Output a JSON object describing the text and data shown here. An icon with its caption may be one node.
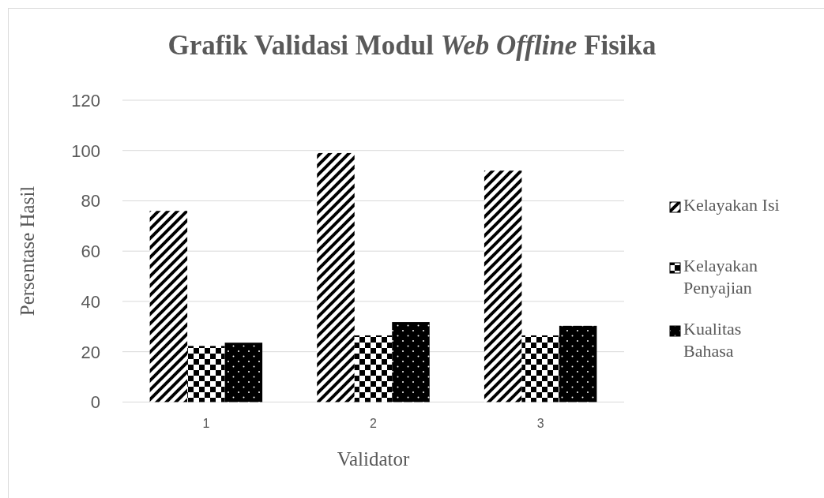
{
  "diagram": {
    "chart_data": {
      "type": "bar",
      "title": "Grafik Validasi Modul *Web Offline* Fisika",
      "xlabel": "Validator",
      "ylabel": "Persentase Hasil",
      "categories": [
        "1",
        "2",
        "3"
      ],
      "series": [
        {
          "name": "Kelayakan Isi",
          "color": "#000000",
          "values": [
            76,
            99,
            92
          ]
        },
        {
          "name": "Kelayakan Penyajian",
          "color": "#000000",
          "values": [
            22.3,
            26.5,
            26.5
          ]
        },
        {
          "name": "Kualitas Bahasa",
          "color": "#000000",
          "values": [
            23.6,
            31.8,
            30.3
          ]
        }
      ],
      "grid": true,
      "legend": "right",
      "ylim": [
        0,
        120
      ],
      "yticks": [
        0,
        20,
        40,
        60,
        80,
        100,
        120
      ]
    }
  }
}
